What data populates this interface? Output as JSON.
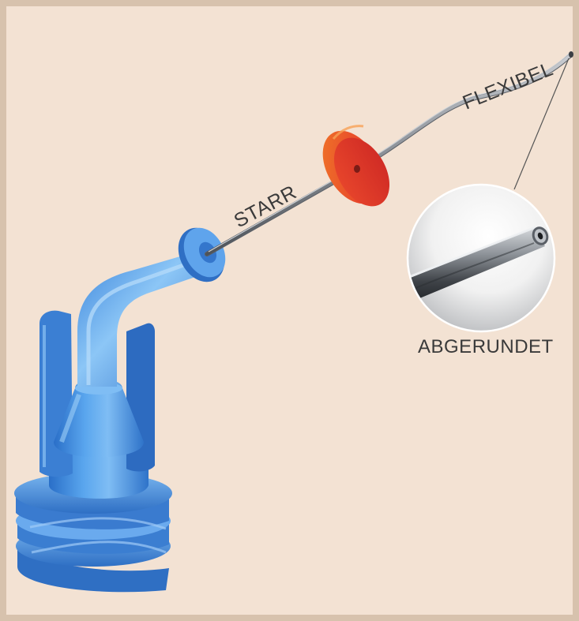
{
  "labels": {
    "rigid": "STARR",
    "flexible": "FLEXIBEL",
    "rounded": "ABGERUNDET"
  },
  "colors": {
    "background": "#f3e2d3",
    "border": "#d7c2ad",
    "tip_blue": "#4a90e0",
    "stopper_red": "#e8442a",
    "cannula_steel": "#8a8f96",
    "label_text": "#3a3a3a"
  }
}
